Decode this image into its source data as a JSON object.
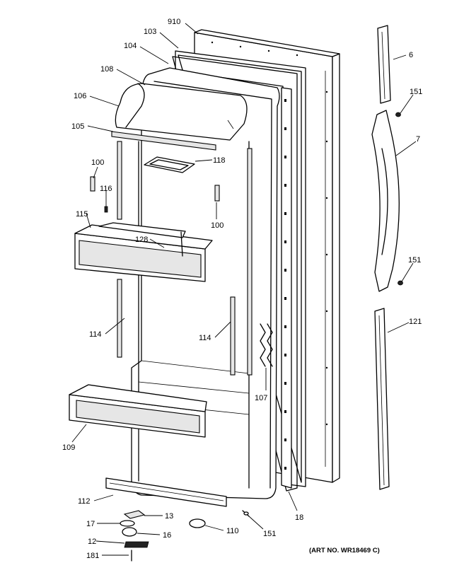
{
  "labels": {
    "l910": "910",
    "l103": "103",
    "l104": "104",
    "l108": "108",
    "l106": "106",
    "l105": "105",
    "l118": "118",
    "l100a": "100",
    "l116": "116",
    "l100b": "100",
    "l115": "115",
    "l128": "128",
    "l114a": "114",
    "l114b": "114",
    "l107": "107",
    "l109": "109",
    "l112": "112",
    "l18": "18",
    "l13": "13",
    "l17": "17",
    "l16": "16",
    "l110": "110",
    "l151c": "151",
    "l12": "12",
    "l181": "181",
    "l6": "6",
    "l151a": "151",
    "l7": "7",
    "l151b": "151",
    "l121": "121"
  },
  "art_number": "(ART NO. WR18469 C)"
}
